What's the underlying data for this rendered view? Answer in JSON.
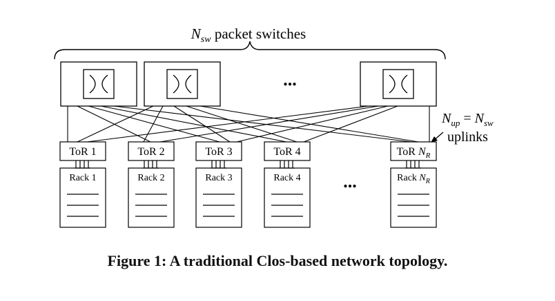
{
  "top_label": {
    "N": "N",
    "sub": "sw",
    "rest": " packet switches"
  },
  "dots": "...",
  "uplinks": {
    "N1": "N",
    "sub1": "up",
    "eq": " = ",
    "N2": "N",
    "sub2": "sw",
    "word": "uplinks"
  },
  "tors": [
    {
      "label": "ToR 1"
    },
    {
      "label": "ToR 2"
    },
    {
      "label": "ToR 3"
    },
    {
      "label": "ToR 4"
    },
    {
      "label": "ToR ",
      "italic": "N",
      "sub": "R"
    }
  ],
  "racks": [
    {
      "label": "Rack 1"
    },
    {
      "label": "Rack 2"
    },
    {
      "label": "Rack 3"
    },
    {
      "label": "Rack 4"
    },
    {
      "label": "Rack ",
      "italic": "N",
      "sub": "R"
    }
  ],
  "caption": "Figure 1:  A traditional Clos-based network topology."
}
